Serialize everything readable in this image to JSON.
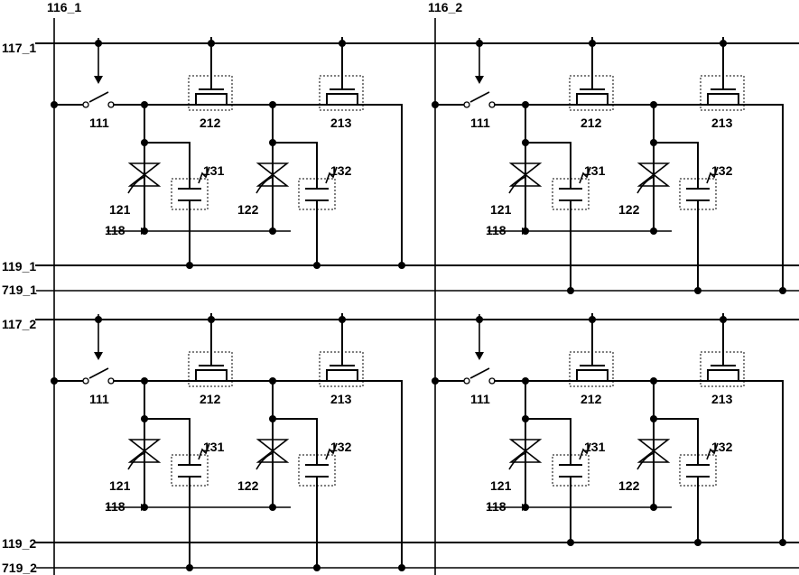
{
  "columns": [
    {
      "label": "116_1"
    },
    {
      "label": "116_2"
    }
  ],
  "rows": [
    {
      "power_label": "117_1",
      "line_a_label": "119_1",
      "line_b_label": "719_1"
    },
    {
      "power_label": "117_2",
      "line_a_label": "119_2",
      "line_b_label": "719_2"
    }
  ],
  "cell_labels": {
    "switch": "111",
    "transistor_1": "212",
    "transistor_2": "213",
    "element_1": "121",
    "element_2": "122",
    "capacitor_1": "131",
    "capacitor_2": "132",
    "common_line": "118"
  }
}
